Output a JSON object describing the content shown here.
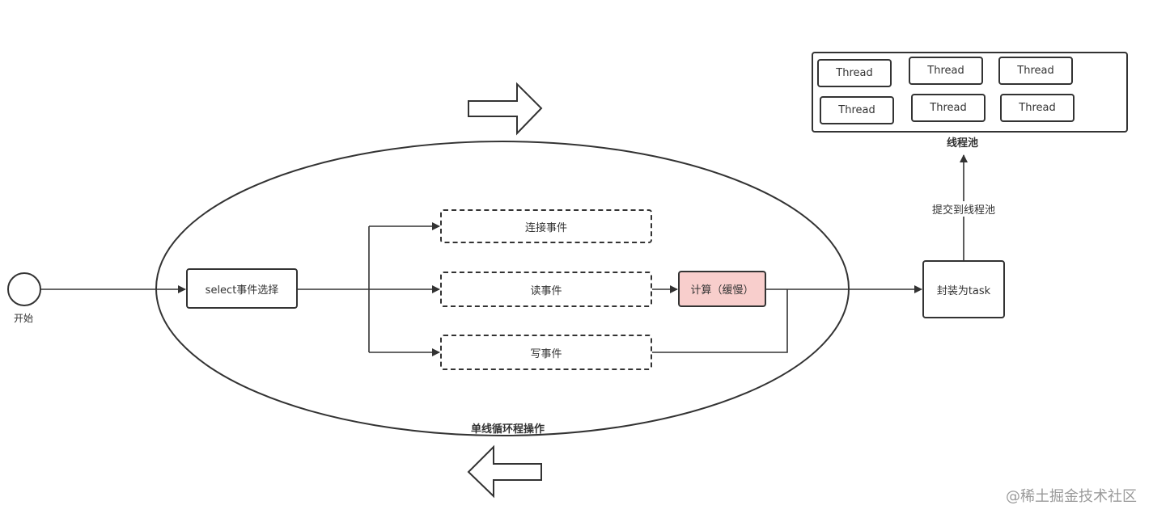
{
  "nodes": {
    "start_label": "开始",
    "select": "select事件选择",
    "connect": "连接事件",
    "read": "读事件",
    "write": "写事件",
    "compute": "计算（缓慢）",
    "package": "封装为task",
    "submit_label": "提交到线程池",
    "pool_label": "线程池",
    "loop_label": "单线循环程操作"
  },
  "threads": [
    "Thread",
    "Thread",
    "Thread",
    "Thread",
    "Thread",
    "Thread"
  ],
  "colors": {
    "stroke": "#333333",
    "compute_fill": "#f8cecc",
    "compute_stroke": "#b85450"
  },
  "watermark": "@稀土掘金技术社区"
}
